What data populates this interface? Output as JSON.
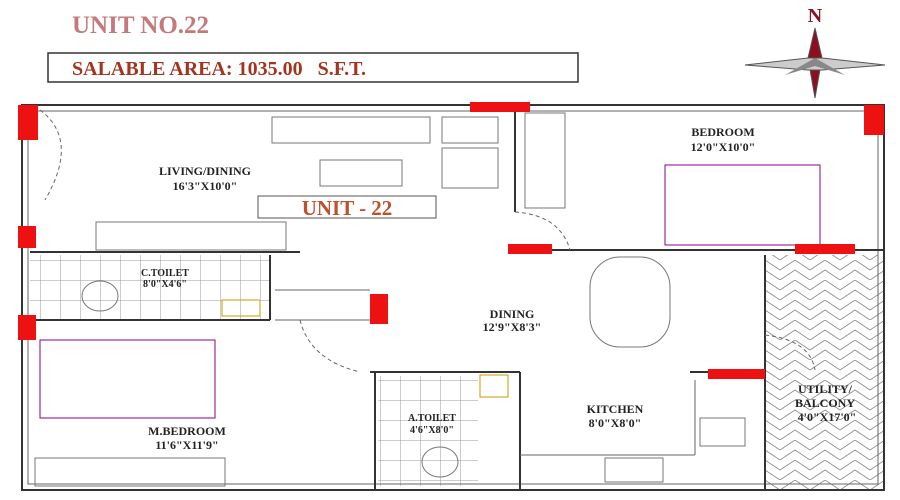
{
  "header": {
    "title": "UNIT NO.22",
    "salable_area": "SALABLE AREA: 1035.00   S.F.T."
  },
  "compass": {
    "label": "N"
  },
  "plan": {
    "unit_tag": "UNIT - 22",
    "rooms": [
      {
        "name": "LIVING/DINING",
        "size": "16'3\"X10'0\""
      },
      {
        "name": "BEDROOM",
        "size": "12'0\"X10'0\""
      },
      {
        "name": "C.TOILET",
        "size": "8'0\"X4'6\""
      },
      {
        "name": "DINING",
        "size": "12'9\"X8'3\""
      },
      {
        "name": "M.BEDROOM",
        "size": "11'6\"X11'9\""
      },
      {
        "name": "A.TOILET",
        "size": "4'6\"X8'0\""
      },
      {
        "name": "KITCHEN",
        "size": "8'0\"X8'0\""
      },
      {
        "name": "UTILITY/",
        "name2": "BALCONY",
        "size": "4'0\"X17'0\""
      }
    ]
  },
  "colors": {
    "title": "#c47a7a",
    "area": "#a3341e",
    "window": "#ee1111"
  }
}
